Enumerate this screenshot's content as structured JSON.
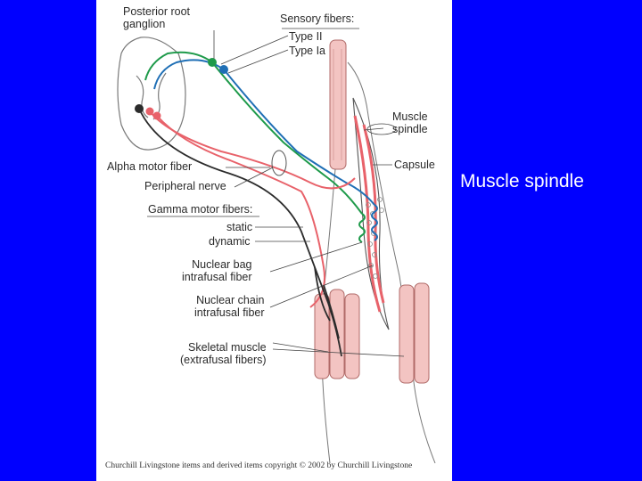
{
  "slide": {
    "title": "Muscle spindle",
    "background_color": "#0000ff"
  },
  "figure": {
    "labels": {
      "posterior_root_ganglion": "Posterior root\nganglion",
      "sensory_fibers": "Sensory fibers:",
      "type_ii": "Type II",
      "type_ia": "Type Ia",
      "muscle_spindle": "Muscle\nspindle",
      "capsule": "Capsule",
      "alpha_motor_fiber": "Alpha motor fiber",
      "peripheral_nerve": "Peripheral nerve",
      "gamma_motor_fibers": "Gamma motor fibers:",
      "static": "static",
      "dynamic": "dynamic",
      "nuclear_bag": "Nuclear bag\nintrafusal fiber",
      "nuclear_chain": "Nuclear chain\nintrafusal fiber",
      "skeletal_muscle": "Skeletal muscle\n(extrafusal fibers)"
    },
    "copyright": "Churchill Livingstone items and derived items copyright © 2002 by Churchill Livingstone",
    "colors": {
      "type_ii_fiber": "#1e9a4a",
      "type_ia_fiber": "#1f6fb5",
      "gamma_fiber": "#e8626a",
      "alpha_fiber": "#2b2b2b",
      "muscle_fill": "#f3c4c2"
    }
  }
}
